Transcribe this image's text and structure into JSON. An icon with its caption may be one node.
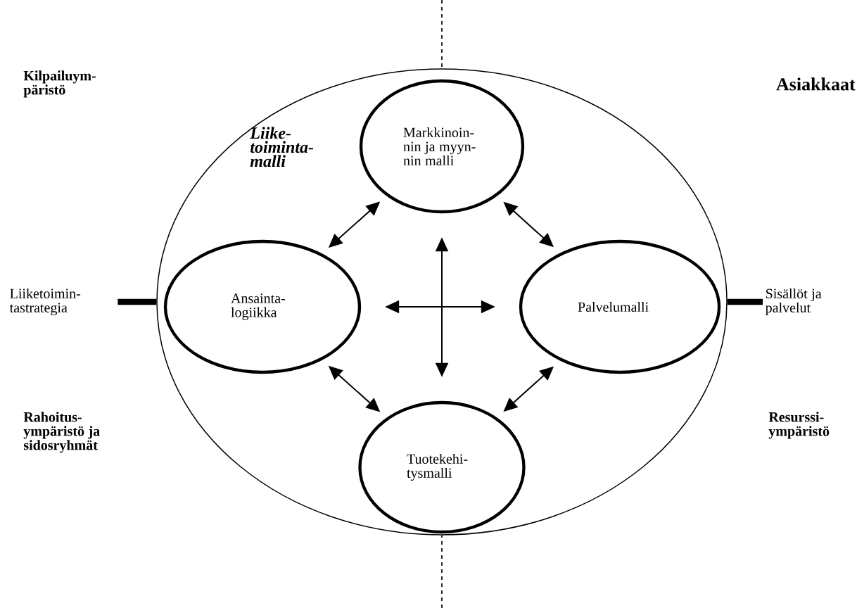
{
  "diagram": {
    "nodes": [
      {
        "text": [
          "Liike- toiminta- malli"
        ]
      },
      {
        "text": [
          "Markkinoin- nin ja myyn- nin malli"
        ],
        "in": 0
      },
      {
        "text": [
          "Ansainta- logiikka"
        ],
        "in": 0
      },
      {
        "text": [
          "Palvelumalli"
        ],
        "in": 0
      },
      {
        "text": [
          "Tuotekehi- tysmalli"
        ],
        "in": 0
      },
      {
        "text": [
          "Liiketoimin- tastrategia"
        ]
      },
      {
        "text": [
          "Sisällöt ja palvelut"
        ]
      }
    ],
    "edges": [
      {
        "from": 1,
        "to": 2,
        "arrow": "both"
      },
      {
        "from": 1,
        "to": 3,
        "arrow": "both"
      },
      {
        "from": 2,
        "to": 3,
        "arrow": "both"
      },
      {
        "from": 1,
        "to": 4,
        "arrow": "both"
      },
      {
        "from": 2,
        "to": 4,
        "arrow": "both"
      },
      {
        "from": 3,
        "to": 4,
        "arrow": "both"
      },
      {
        "from": 5,
        "to": 0,
        "arrow": "none",
        "style": "thick"
      },
      {
        "from": 6,
        "to": 0,
        "arrow": "none",
        "style": "thick"
      },
      {
        "from": null,
        "to": 0,
        "arrow": "none",
        "style": "dashed"
      },
      {
        "from": null,
        "to": 0,
        "arrow": "none",
        "style": "dashed"
      }
    ],
    "labels": [
      "Kilpailuym- päristö",
      "Asiakkaat",
      "Rahoitus- ympäristö ja sidosryhmät",
      "Resurssi- ympäristö"
    ]
  }
}
